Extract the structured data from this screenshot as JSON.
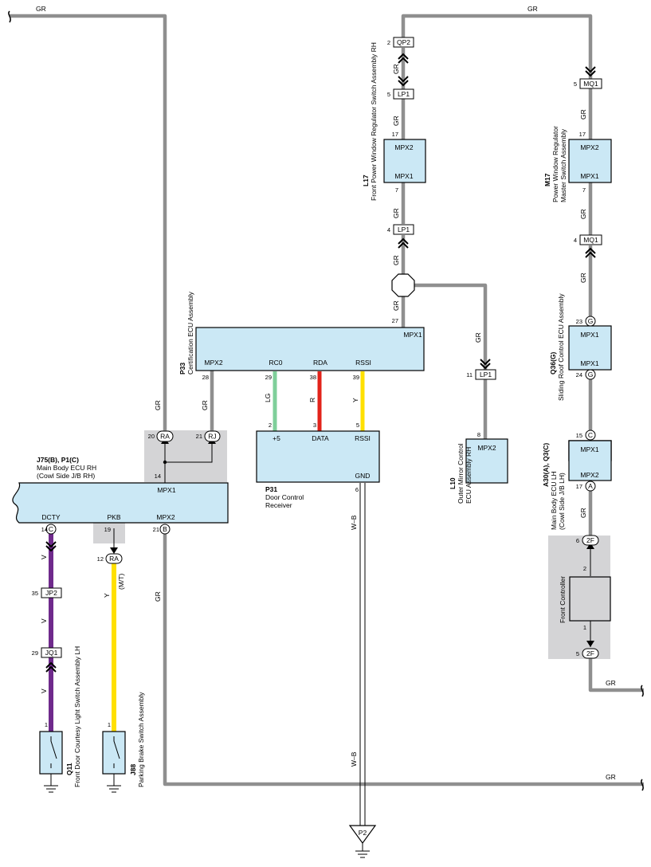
{
  "wire_colors": {
    "GR": "#8f8f8f",
    "V": "#6f2a8c",
    "Y": "#ffe000",
    "LG": "#7fcf9a",
    "R": "#e2231a",
    "W-B": "#ffffff"
  },
  "box_fill": "#cbe8f5",
  "components": {
    "j75": {
      "code": "J75(B), P1(C)",
      "name1": "Main Body ECU RH",
      "name2": "(Cowl Side J/B RH)",
      "pin_dcty": "DCTY",
      "pin_pkb": "PKB",
      "pin_mpx2": "MPX2",
      "pin_mpx1": "MPX1"
    },
    "p33": {
      "code": "P33",
      "name": "Certification ECU Assembly",
      "pin_mpx2": "MPX2",
      "pin_rc0": "RC0",
      "pin_rda": "RDA",
      "pin_rssi": "RSSI",
      "pin_mpx1": "MPX1"
    },
    "p31": {
      "code": "P31",
      "name1": "Door Control",
      "name2": "Receiver",
      "pin_5v": "+5",
      "pin_data": "DATA",
      "pin_rssi": "RSSI",
      "pin_gnd": "GND"
    },
    "l17": {
      "code": "L17",
      "name": "Front Power Window Regulator Switch Assembly RH",
      "pin_a": "MPX2",
      "pin_b": "MPX1"
    },
    "l10": {
      "code": "L10",
      "name1": "Outer Mirror Control",
      "name2": "ECU Assembly RH",
      "pin": "MPX2"
    },
    "m17": {
      "code": "M17",
      "name1": "Power Window Regulator",
      "name2": "Master Switch Assembly",
      "pin_a": "MPX2",
      "pin_b": "MPX1"
    },
    "q36": {
      "code": "Q36(G)",
      "name": "Sliding Roof Control ECU Assembly",
      "pin_a": "MPX1",
      "pin_b": "MPX1"
    },
    "a30": {
      "code": "A30(A), Q3(C)",
      "name1": "Main Body ECU LH",
      "name2": "(Cowl Side J/B LH)",
      "pin_a": "MPX1",
      "pin_b": "MPX2"
    },
    "front_controller": {
      "name": "Front Controller"
    },
    "q11": {
      "code": "Q11",
      "name": "Front Door Courtesy Light Switch Assembly LH"
    },
    "j88": {
      "code": "J88",
      "name": "Parking Brake Switch Assembly"
    },
    "ground_p2": {
      "label": "P2"
    }
  },
  "connectors": {
    "qp2": "QP2",
    "lp1_a": "LP1",
    "lp1_b": "LP1",
    "lp1_c": "LP1",
    "mq1_a": "MQ1",
    "mq1_b": "MQ1",
    "jp2": "JP2",
    "jq1": "JQ1",
    "ra_a": "RA",
    "rj": "RJ",
    "ra_b": "RA",
    "c_a": "C",
    "b": "B",
    "g_a": "G",
    "g_b": "G",
    "c_b": "C",
    "a": "A",
    "f2_a": "2F",
    "f2_b": "2F"
  },
  "pins": {
    "p2": "2",
    "p5": "5",
    "p17": "17",
    "p7": "7",
    "p4": "4",
    "p27": "27",
    "p11": "11",
    "p8": "8",
    "m5": "5",
    "m17": "17",
    "m7": "7",
    "m4": "4",
    "p23": "23",
    "p24": "24",
    "p15": "15",
    "p17b": "17",
    "p6": "6",
    "fc2": "2",
    "fc1": "1",
    "f5": "5",
    "j20": "20",
    "j21": "21",
    "j14": "14",
    "p28": "28",
    "p29": "29",
    "p38": "38",
    "p39": "39",
    "r2": "2",
    "r3": "3",
    "r5": "5",
    "r6": "6",
    "j14b": "14",
    "j19": "19",
    "j21b": "21",
    "j12": "12",
    "jp35": "35",
    "jq29": "29",
    "q1": "1",
    "s1": "1"
  },
  "wire_labels": {
    "top_left": "GR",
    "top_right": "GR",
    "qp2_lp1": "GR",
    "lp1_17": "GR",
    "l17_lp1": "GR",
    "lp1_splice": "GR",
    "splice_27": "GR",
    "splice_l10": "GR",
    "m_top": "GR",
    "m_bottom": "GR",
    "mq_g": "GR",
    "a30_2f": "GR",
    "bottom_right": "GR",
    "left_vertical": "GR",
    "ra_left": "GR",
    "rj_left": "GR",
    "lg": "LG",
    "r": "R",
    "y": "Y",
    "v1": "V",
    "v2": "V",
    "v3": "V",
    "y_pkb": "Y",
    "mt": "(M/T)",
    "b_gr": "GR",
    "wb1": "W–B",
    "wb2": "W–B",
    "bottom": "GR"
  }
}
